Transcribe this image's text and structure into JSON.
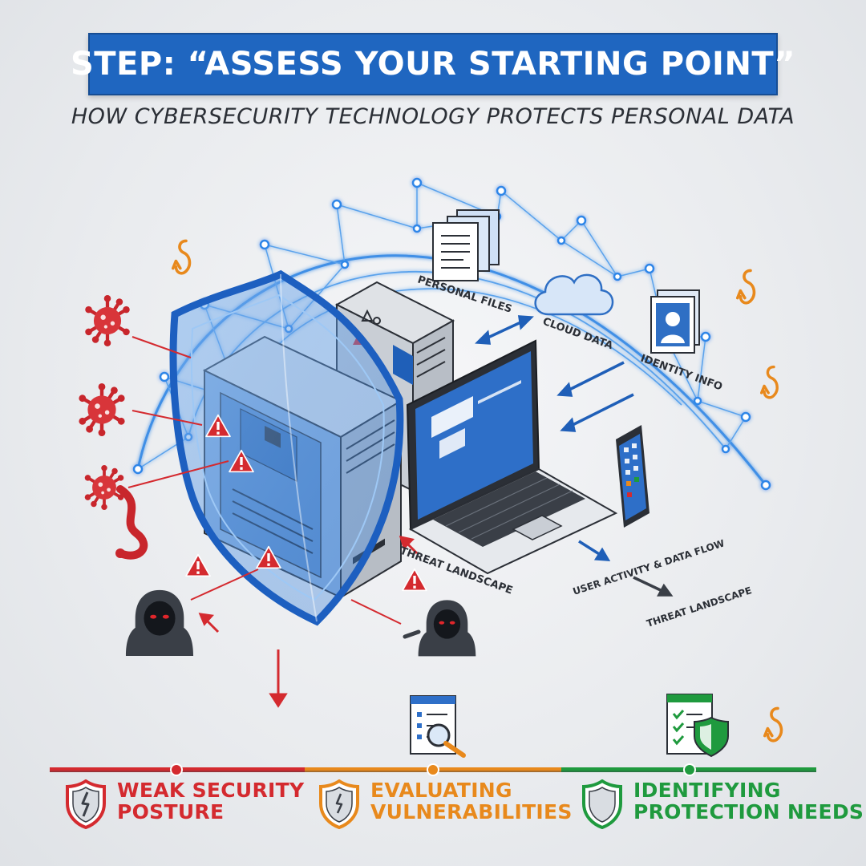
{
  "header": {
    "title": "STEP: “ASSESS YOUR STARTING POINT”",
    "subtitle": "HOW CYBERSECURITY TECHNOLOGY PROTECTS PERSONAL DATA"
  },
  "diagram_labels": {
    "personal_files": "PERSONAL FILES",
    "cloud_data": "CLOUD DATA",
    "identity_info": "IDENTITY INFO",
    "threat_landscape_left": "THREAT LANDSCAPE",
    "user_activity": "USER ACTIVITY & DATA FLOW",
    "threat_landscape_right": "THREAT LANDSCAPE"
  },
  "timeline": {
    "steps": [
      {
        "line1": "WEAK SECURITY",
        "line2": "POSTURE",
        "color": "#d42a2f"
      },
      {
        "line1": "EVALUATING",
        "line2": "VULNERABILITIES",
        "color": "#e8891c"
      },
      {
        "line1": "IDENTIFYING",
        "line2": "PROTECTION NEEDS",
        "color": "#1f9a3e"
      }
    ]
  },
  "colors": {
    "accent_blue": "#1f66c0",
    "threat_red": "#d42a2f",
    "warning_orange": "#e8891c",
    "safe_green": "#1f9a3e"
  },
  "icons": [
    "virus-icon",
    "worm-icon",
    "hacker-icon",
    "warning-icon",
    "phishing-hook-icon",
    "document-icon",
    "cloud-icon",
    "identity-card-icon",
    "shield-icon",
    "magnifier-checklist-icon",
    "checklist-shield-icon"
  ]
}
